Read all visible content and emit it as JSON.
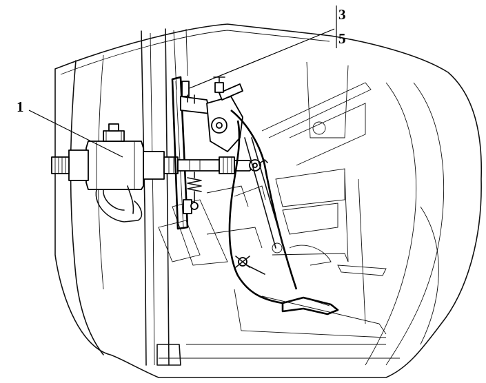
{
  "callouts": {
    "part_1": "1",
    "part_3": "3",
    "part_5": "5"
  },
  "colors": {
    "line": "#111111",
    "background": "#ffffff"
  }
}
